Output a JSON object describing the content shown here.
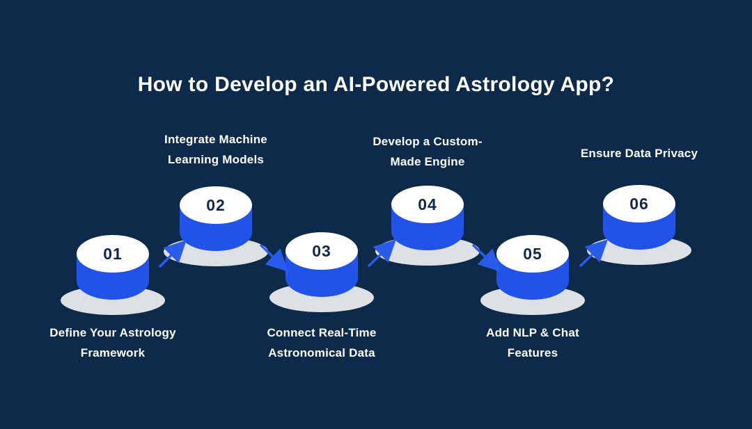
{
  "title": "How to Develop an AI-Powered Astrology App?",
  "theme": {
    "background": "#0d2a4b",
    "cylinder_blue": "#2253e8",
    "cylinder_top_white": "#ffffff",
    "platter_gray": "#dde1e6",
    "arrow_blue": "#2a5cec",
    "number_navy": "#12284a",
    "label_white": "#ffffff"
  },
  "steps": [
    {
      "number": "01",
      "label": "Define Your Astrology Framework",
      "lines": [
        "Define Your Astrology",
        "Framework"
      ],
      "label_position": "below"
    },
    {
      "number": "02",
      "label": "Integrate Machine Learning Models",
      "lines": [
        "Integrate Machine",
        "Learning Models"
      ],
      "label_position": "above"
    },
    {
      "number": "03",
      "label": "Connect Real-Time Astronomical Data",
      "lines": [
        "Connect Real-Time",
        "Astronomical Data"
      ],
      "label_position": "below"
    },
    {
      "number": "04",
      "label": "Develop a Custom-Made Engine",
      "lines": [
        "Develop a Custom-",
        "Made Engine"
      ],
      "label_position": "above"
    },
    {
      "number": "05",
      "label": "Add NLP & Chat Features",
      "lines": [
        "Add NLP & Chat",
        "Features"
      ],
      "label_position": "below"
    },
    {
      "number": "06",
      "label": "Ensure Data Privacy",
      "lines": [
        "Ensure Data Privacy"
      ],
      "label_position": "above"
    }
  ]
}
